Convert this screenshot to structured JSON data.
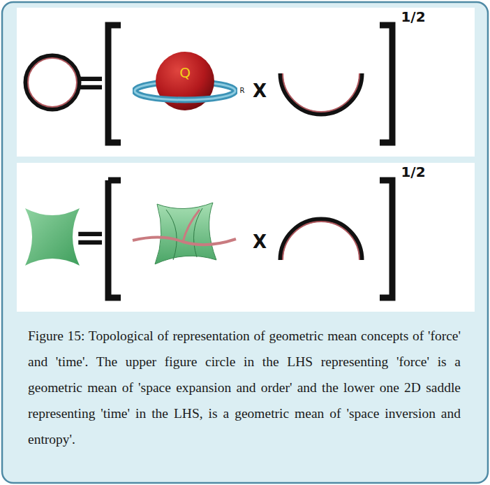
{
  "diagram": {
    "caption": "Figure 15: Topological of representation of geometric mean concepts of 'force' and 'time'. The upper figure circle in the LHS representing 'force' is a geometric mean of 'space expansion and order' and the lower one 2D saddle representing 'time' in the LHS, is a geometric mean of 'space inversion and entropy'.",
    "nodes": [
      {
        "text": [
          "Q"
        ]
      }
    ],
    "labels": [
      "1/2",
      "=",
      "R",
      "X",
      "1/2",
      "=",
      "X"
    ]
  }
}
